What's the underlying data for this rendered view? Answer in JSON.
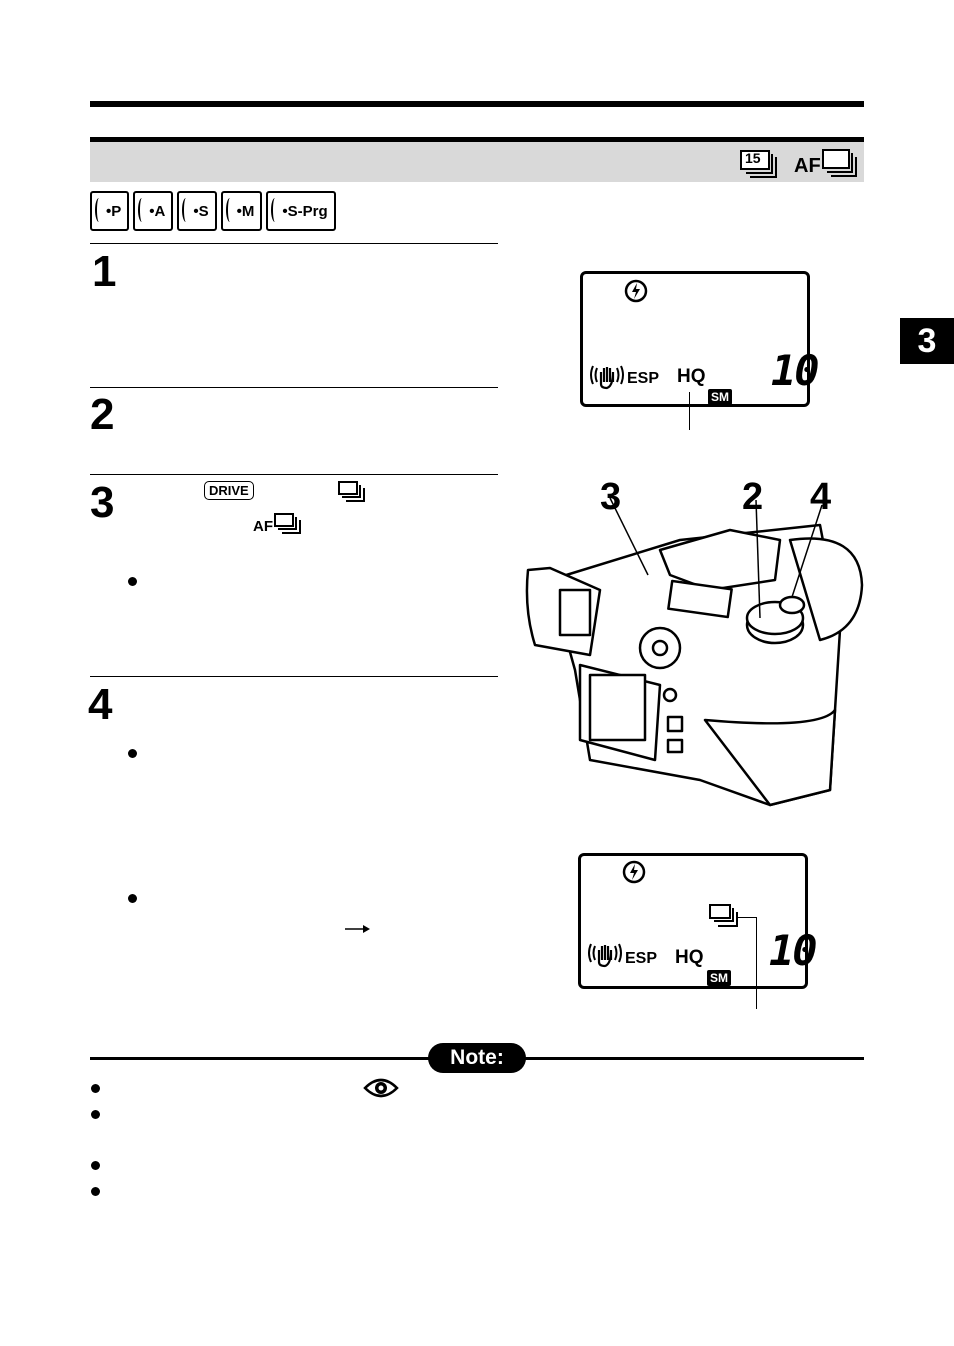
{
  "header": {
    "band_icon_burst_count": "15",
    "band_icon_af_label": "AF"
  },
  "modes": [
    "•P",
    "•A",
    "•S",
    "•M",
    "•S-Prg"
  ],
  "steps": [
    {
      "number": "1"
    },
    {
      "number": "2"
    },
    {
      "number": "3",
      "button_label": "DRIVE",
      "af_label": "AF"
    },
    {
      "number": "4"
    }
  ],
  "lcd_top": {
    "esp": "ESP",
    "quality": "HQ",
    "card": "SM",
    "count": "10"
  },
  "lcd_bottom": {
    "esp": "ESP",
    "quality": "HQ",
    "card": "SM",
    "count": "10"
  },
  "camera_callouts": [
    "3",
    "2",
    "4"
  ],
  "chapter_tab": "3",
  "note": {
    "label": "Note:"
  },
  "colors": {
    "band": "#d9d9d9",
    "ink": "#000000"
  }
}
